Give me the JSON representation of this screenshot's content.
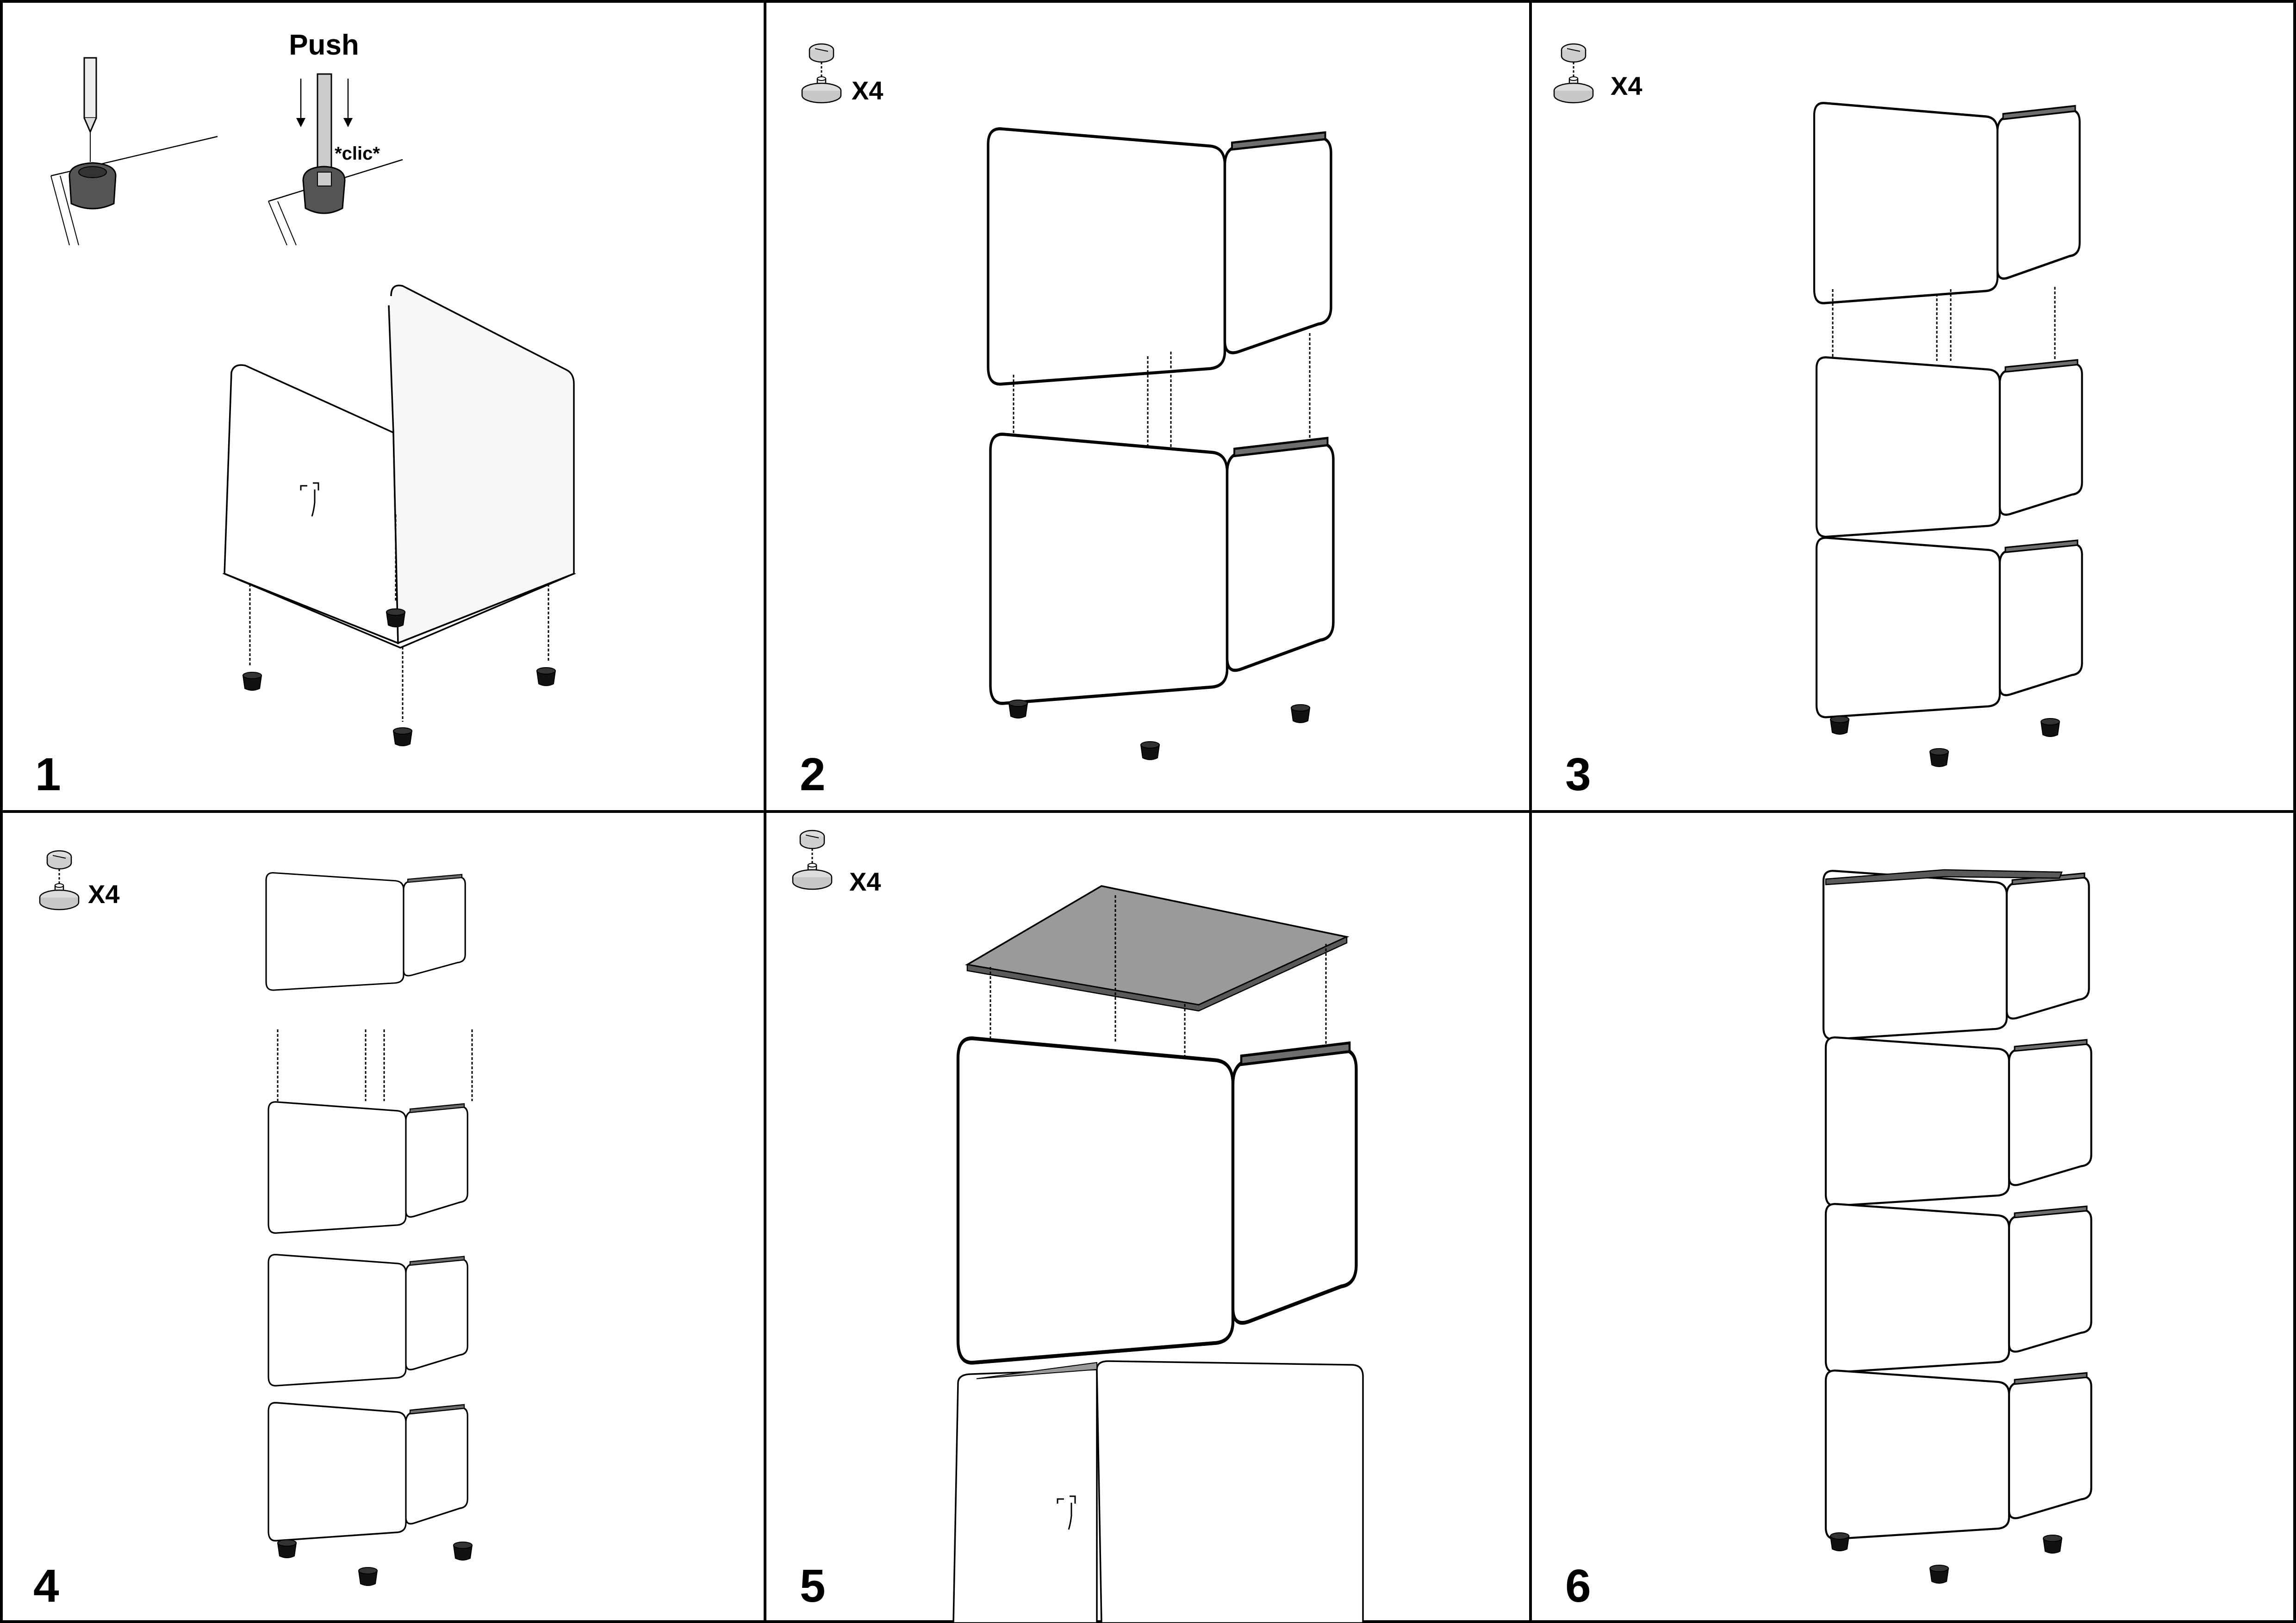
{
  "title": "",
  "panels": [
    {
      "step": "1",
      "push_label": "Push",
      "click_label": "*clic*"
    },
    {
      "step": "2",
      "quantity": "X4"
    },
    {
      "step": "3",
      "quantity": "X4"
    },
    {
      "step": "4",
      "quantity": "X4"
    },
    {
      "step": "5",
      "quantity": "X4"
    },
    {
      "step": "6"
    }
  ],
  "colors": {
    "line": "#000000",
    "panel": "#ffffff",
    "shelf_shade": "#9a9a9a",
    "foot": "#1a1a1a",
    "cap": "#5a5a5a",
    "hardware": "#dddddd"
  }
}
